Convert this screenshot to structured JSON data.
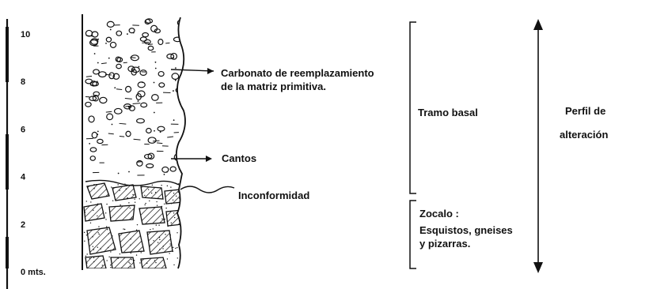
{
  "scale": {
    "ticks": [
      {
        "value": 10,
        "label": "10"
      },
      {
        "value": 8,
        "label": "8"
      },
      {
        "value": 6,
        "label": "6"
      },
      {
        "value": 4,
        "label": "4"
      },
      {
        "value": 2,
        "label": "2"
      },
      {
        "value": 0,
        "label": "0 mts."
      }
    ]
  },
  "annotations": {
    "carbonato_line1": "Carbonato de reemplazamiento",
    "carbonato_line2": "de la matriz primitiva.",
    "cantos": "Cantos",
    "inconformidad": "Inconformidad"
  },
  "sections": {
    "tramo_basal": "Tramo basal",
    "zocalo_line1": "Zocalo :",
    "zocalo_line2": "Esquistos, gneises",
    "zocalo_line3": "y pizarras."
  },
  "profile": {
    "line1": "Perfil de",
    "line2": "alteración"
  },
  "colors": {
    "ink": "#111111",
    "paper": "#ffffff"
  }
}
